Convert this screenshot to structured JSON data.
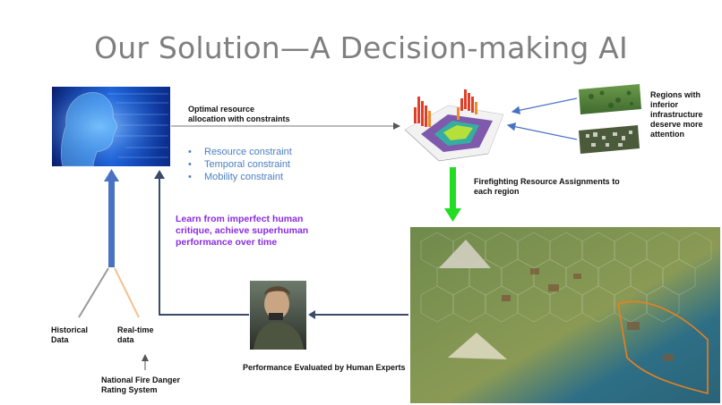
{
  "title": "Our Solution—A Decision-making AI",
  "labels": {
    "optimal": [
      "Optimal resource",
      "allocation with constraints"
    ],
    "regions": [
      "Regions with",
      "inferior",
      "infrastructure",
      "deserve more",
      "attention"
    ],
    "assignments": [
      "Firefighting Resource Assignments to",
      "each region"
    ],
    "learn": [
      "Learn from imperfect human",
      "critique, achieve superhuman",
      "performance over time"
    ],
    "historical": [
      "Historical",
      "Data"
    ],
    "realtime": [
      "Real-time",
      "data"
    ],
    "nfdrs": [
      "National Fire Danger",
      "Rating System"
    ],
    "evaluated": "Performance Evaluated by Human Experts"
  },
  "constraints": [
    "Resource constraint",
    "Temporal constraint",
    "Mobility constraint"
  ],
  "colors": {
    "title": "#7f7f7f",
    "bullet_text": "#4a7fc1",
    "purple_text": "#8a2be2",
    "blue_arrow": "#4a72c4",
    "thin_arrow": "#4a72c4",
    "green_arrow": "#22dd22",
    "dark_arrow": "#3b4a6b",
    "gray_line": "#999999",
    "peach_line": "#f5c190"
  },
  "images": [
    "ai-head-image",
    "3d-histogram-image",
    "terrain-image",
    "city-image",
    "expert-portrait-image",
    "strategy-map-image"
  ]
}
